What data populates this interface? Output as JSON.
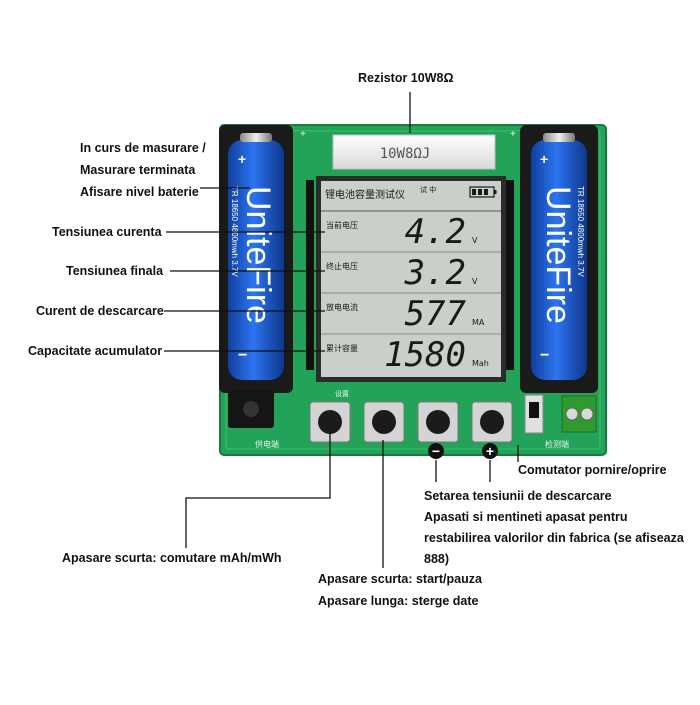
{
  "labels": {
    "resistor": "Rezistor 10W8Ω",
    "status_line1": "In curs de masurare /",
    "status_line2": "Masurare terminata",
    "battery_level": "Afisare nivel baterie",
    "current_voltage": "Tensiunea curenta",
    "final_voltage": "Tensiunea finala",
    "discharge_current": "Curent de descarcare",
    "capacity": "Capacitate acumulator",
    "power_switch": "Comutator pornire/oprire",
    "btn1_note": "Apasare scurta: comutare mAh/mWh",
    "btn2_short": "Apasare scurta: start/pauza",
    "btn2_long": "Apasare lunga: sterge date",
    "btn34_line1": "Setarea tensiunii de descarcare",
    "btn34_line2": "Apasati si mentineti apasat pentru",
    "btn34_line3": "restabilirea valorilor din fabrica (se afiseaza",
    "btn34_line4": "888)"
  },
  "board": {
    "resistor_marking": "10W8ΩJ",
    "battery_brand": "UniteFire",
    "battery_spec": "TR 18650 4800mwh 3.7V",
    "plus_sign": "+",
    "minus_sign": "−",
    "lcd_title": "锂电池容量测试仪",
    "lcd_status": "试 中",
    "lcd_rows": [
      {
        "label": "当前电压",
        "value": "4.2",
        "unit": "V"
      },
      {
        "label": "终止电压",
        "value": "3.2",
        "unit": "V"
      },
      {
        "label": "放电电流",
        "value": "577",
        "unit": "MA"
      },
      {
        "label": "累计容量",
        "value": "1580",
        "unit": "Mah"
      }
    ],
    "set_label": "设置",
    "power_label": "供电端",
    "test_label": "检测端",
    "minus_badge": "−",
    "plus_badge": "+"
  },
  "colors": {
    "pcb": "#23a35a",
    "battery": "#1c5bd6",
    "lcd": "#c9cfc9",
    "lcd_text": "#1a1a1a",
    "silkscreen": "#e8f5ec"
  }
}
